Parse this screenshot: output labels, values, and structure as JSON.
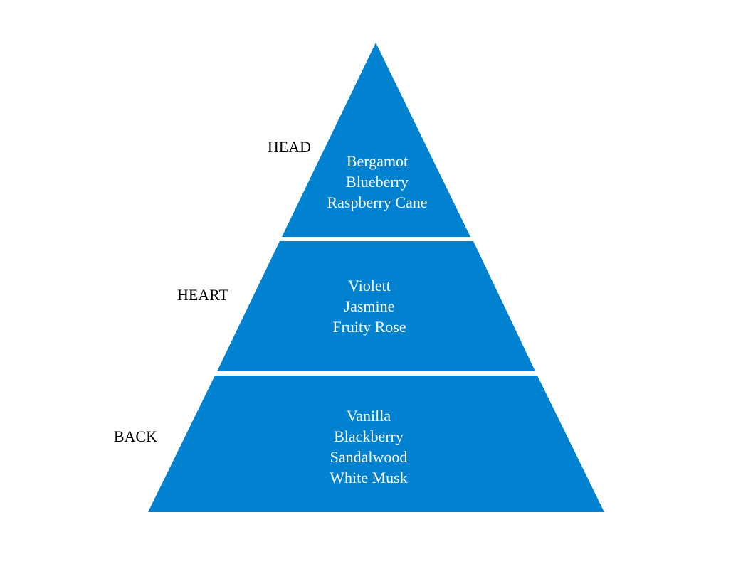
{
  "colors": {
    "pyramid_fill": "#0082D1",
    "separator": "#ffffff",
    "label_text": "#000000",
    "note_text": "#ffffff"
  },
  "tiers": [
    {
      "label": "HEAD",
      "notes": [
        "Bergamot",
        "Blueberry",
        "Raspberry Cane"
      ]
    },
    {
      "label": "HEART",
      "notes": [
        "Violett",
        "Jasmine",
        "Fruity Rose"
      ]
    },
    {
      "label": "BACK",
      "notes": [
        "Vanilla",
        "Blackberry",
        "Sandalwood",
        "White Musk"
      ]
    }
  ]
}
